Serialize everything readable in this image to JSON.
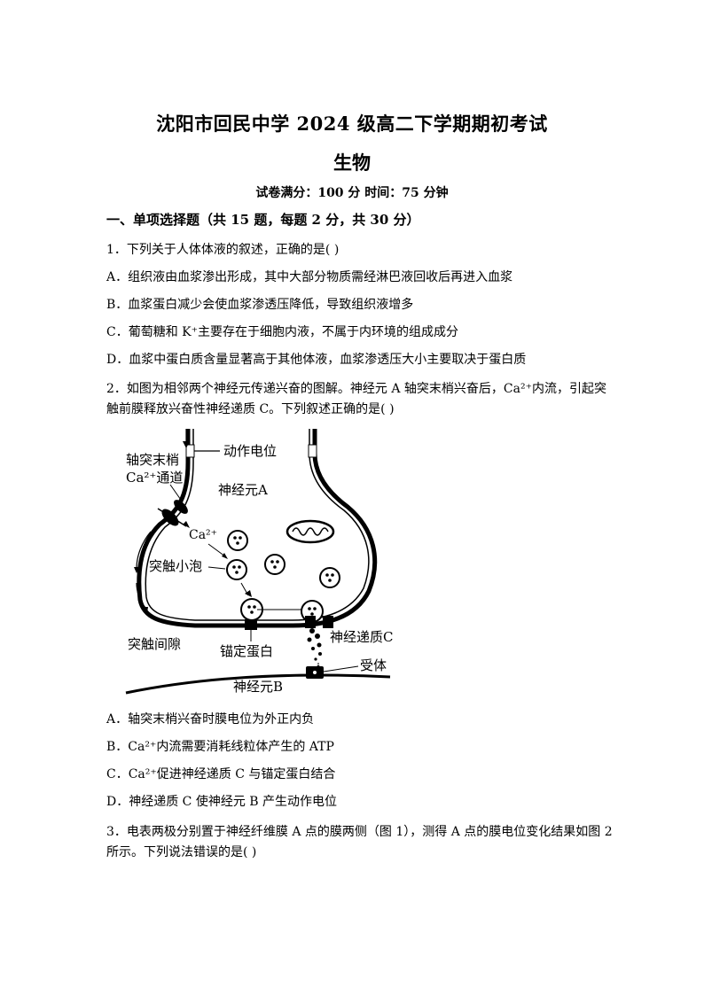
{
  "header": {
    "title": "沈阳市回民中学 2024 级高二下学期期初考试",
    "subject": "生物",
    "meta": "试卷满分：100 分  时间：75 分钟"
  },
  "section1": {
    "heading": "一、单项选择题（共 15 题，每题 2 分，共 30 分）"
  },
  "q1": {
    "stem": "1．下列关于人体体液的叙述，正确的是(    )",
    "options": [
      "A．组织液由血浆渗出形成，其中大部分物质需经淋巴液回收后再进入血浆",
      "B．血浆蛋白减少会使血浆渗透压降低，导致组织液增多",
      "C．葡萄糖和 K⁺主要存在于细胞内液，不属于内环境的组成成分",
      "D．血浆中蛋白质含量显著高于其他体液，血浆渗透压大小主要取决于蛋白质"
    ]
  },
  "q2": {
    "stem_line1": "2．如图为相邻两个神经元传递兴奋的图解。神经元 A 轴突末梢兴奋后，Ca²⁺内流，引起突",
    "stem_line2": "触前膜释放兴奋性神经递质 C。下列叙述正确的是(    )",
    "figure": {
      "label_axon1": "轴突末梢",
      "label_channel": "Ca²⁺通道",
      "label_ap": "动作电位",
      "label_neuronA": "神经元A",
      "label_ca": "Ca²⁺",
      "label_vesicle": "突触小泡",
      "label_cleft": "突触间隙",
      "label_anchor": "锚定蛋白",
      "label_transmitter": "神经递质C",
      "label_receptor": "受体",
      "label_neuronB": "神经元B"
    },
    "options": [
      "A．轴突末梢兴奋时膜电位为外正内负",
      "B．Ca²⁺内流需要消耗线粒体产生的 ATP",
      "C．Ca²⁺促进神经递质 C 与锚定蛋白结合",
      "D．神经递质 C 使神经元 B 产生动作电位"
    ]
  },
  "q3": {
    "stem_line1": "3．电表两极分别置于神经纤维膜 A 点的膜两侧（图 1），测得 A 点的膜电位变化结果如图 2",
    "stem_line2": "所示。下列说法错误的是(    )"
  }
}
